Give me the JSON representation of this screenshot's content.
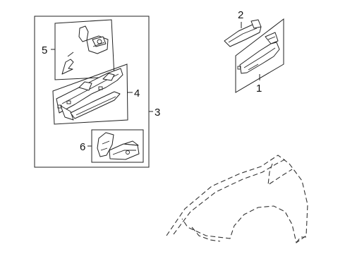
{
  "diagram": {
    "callouts": {
      "c1": "1",
      "c2": "2",
      "c3": "3",
      "c4": "4",
      "c5": "5",
      "c6": "6"
    }
  }
}
